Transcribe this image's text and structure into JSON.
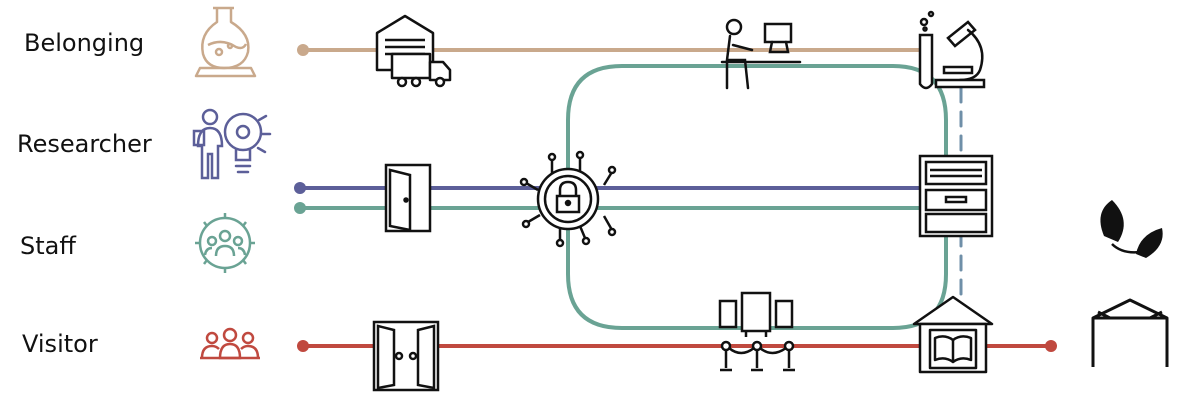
{
  "labels": {
    "belonging": "Belonging",
    "researcher": "Researcher",
    "staff": "Staff",
    "visitor": "Visitor"
  },
  "colors": {
    "belonging": "#c9a98c",
    "researcher": "#5c5f99",
    "staff": "#6aa394",
    "visitor": "#c0493f",
    "ink": "#111111"
  },
  "icons": [
    "flask-icon",
    "researcher-idea-icon",
    "staff-gear-icon",
    "visitors-group-icon",
    "warehouse-truck-icon",
    "door-icon",
    "double-door-icon",
    "security-lock-icon",
    "computer-desk-icon",
    "exhibition-panels-icon",
    "rope-barrier-icon",
    "microscope-icon",
    "storage-drawer-icon",
    "museum-library-icon",
    "leaves-icon",
    "greenhouse-icon"
  ]
}
